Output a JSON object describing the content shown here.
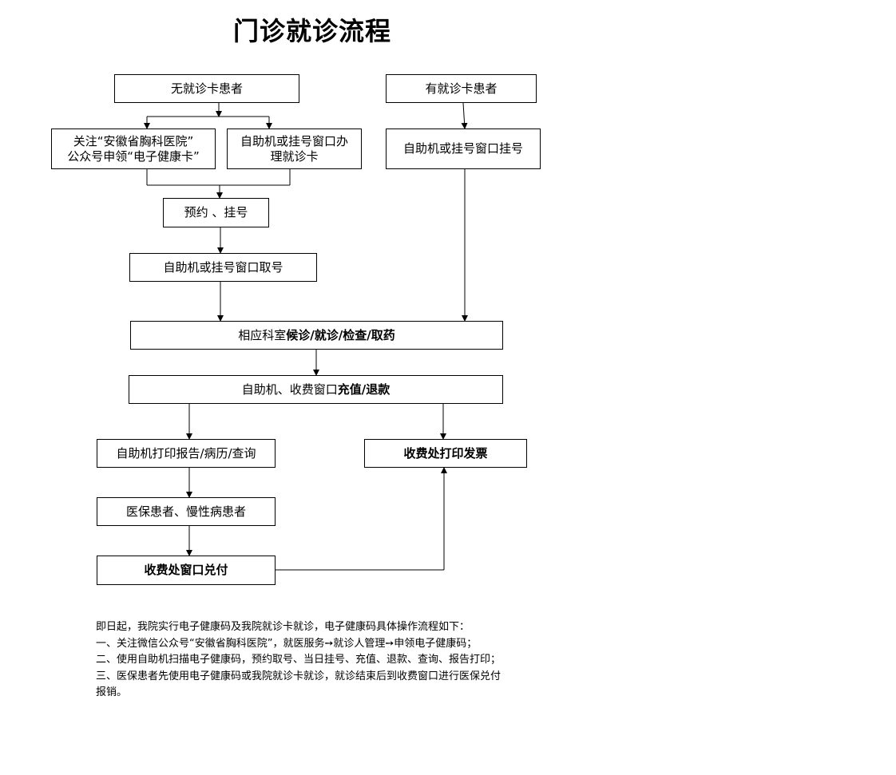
{
  "title": "门诊就诊流程",
  "nodes": {
    "no_card": "无就诊卡患者",
    "has_card": "有就诊卡患者",
    "follow_wechat_line1": "关注“安徽省胸科医院”",
    "follow_wechat_line2": "公众号申领“电子健康卡”",
    "kiosk_card_line1": "自助机或挂号窗口办",
    "kiosk_card_line2": "理就诊卡",
    "kiosk_register": "自助机或挂号窗口挂号",
    "appointment": "预约 、挂号",
    "kiosk_ticket": "自助机或挂号窗口取号",
    "dept_prefix": "相应科室",
    "dept_bold": "候诊/就诊/检查/取药",
    "recharge_prefix": "自助机、收费窗口",
    "recharge_bold": "充值/退款",
    "print_report": "自助机打印报告/病历/查询",
    "print_invoice": "收费处打印发票",
    "insurance": "医保患者、慢性病患者",
    "cashier_settle": "收费处窗口兑付"
  },
  "notes": [
    "即日起，我院实行电子健康码及我院就诊卡就诊，电子健康码具体操作流程如下：",
    "一、关注微信公众号“安徽省胸科医院”，就医服务➙就诊人管理➙申领电子健康码；",
    "二、使用自助机扫描电子健康码，预约取号、当日挂号、充值、退款、查询、报告打印；",
    "三、医保患者先使用电子健康码或我院就诊卡就诊，就诊结束后到收费窗口进行医保兑付",
    "报销。"
  ]
}
